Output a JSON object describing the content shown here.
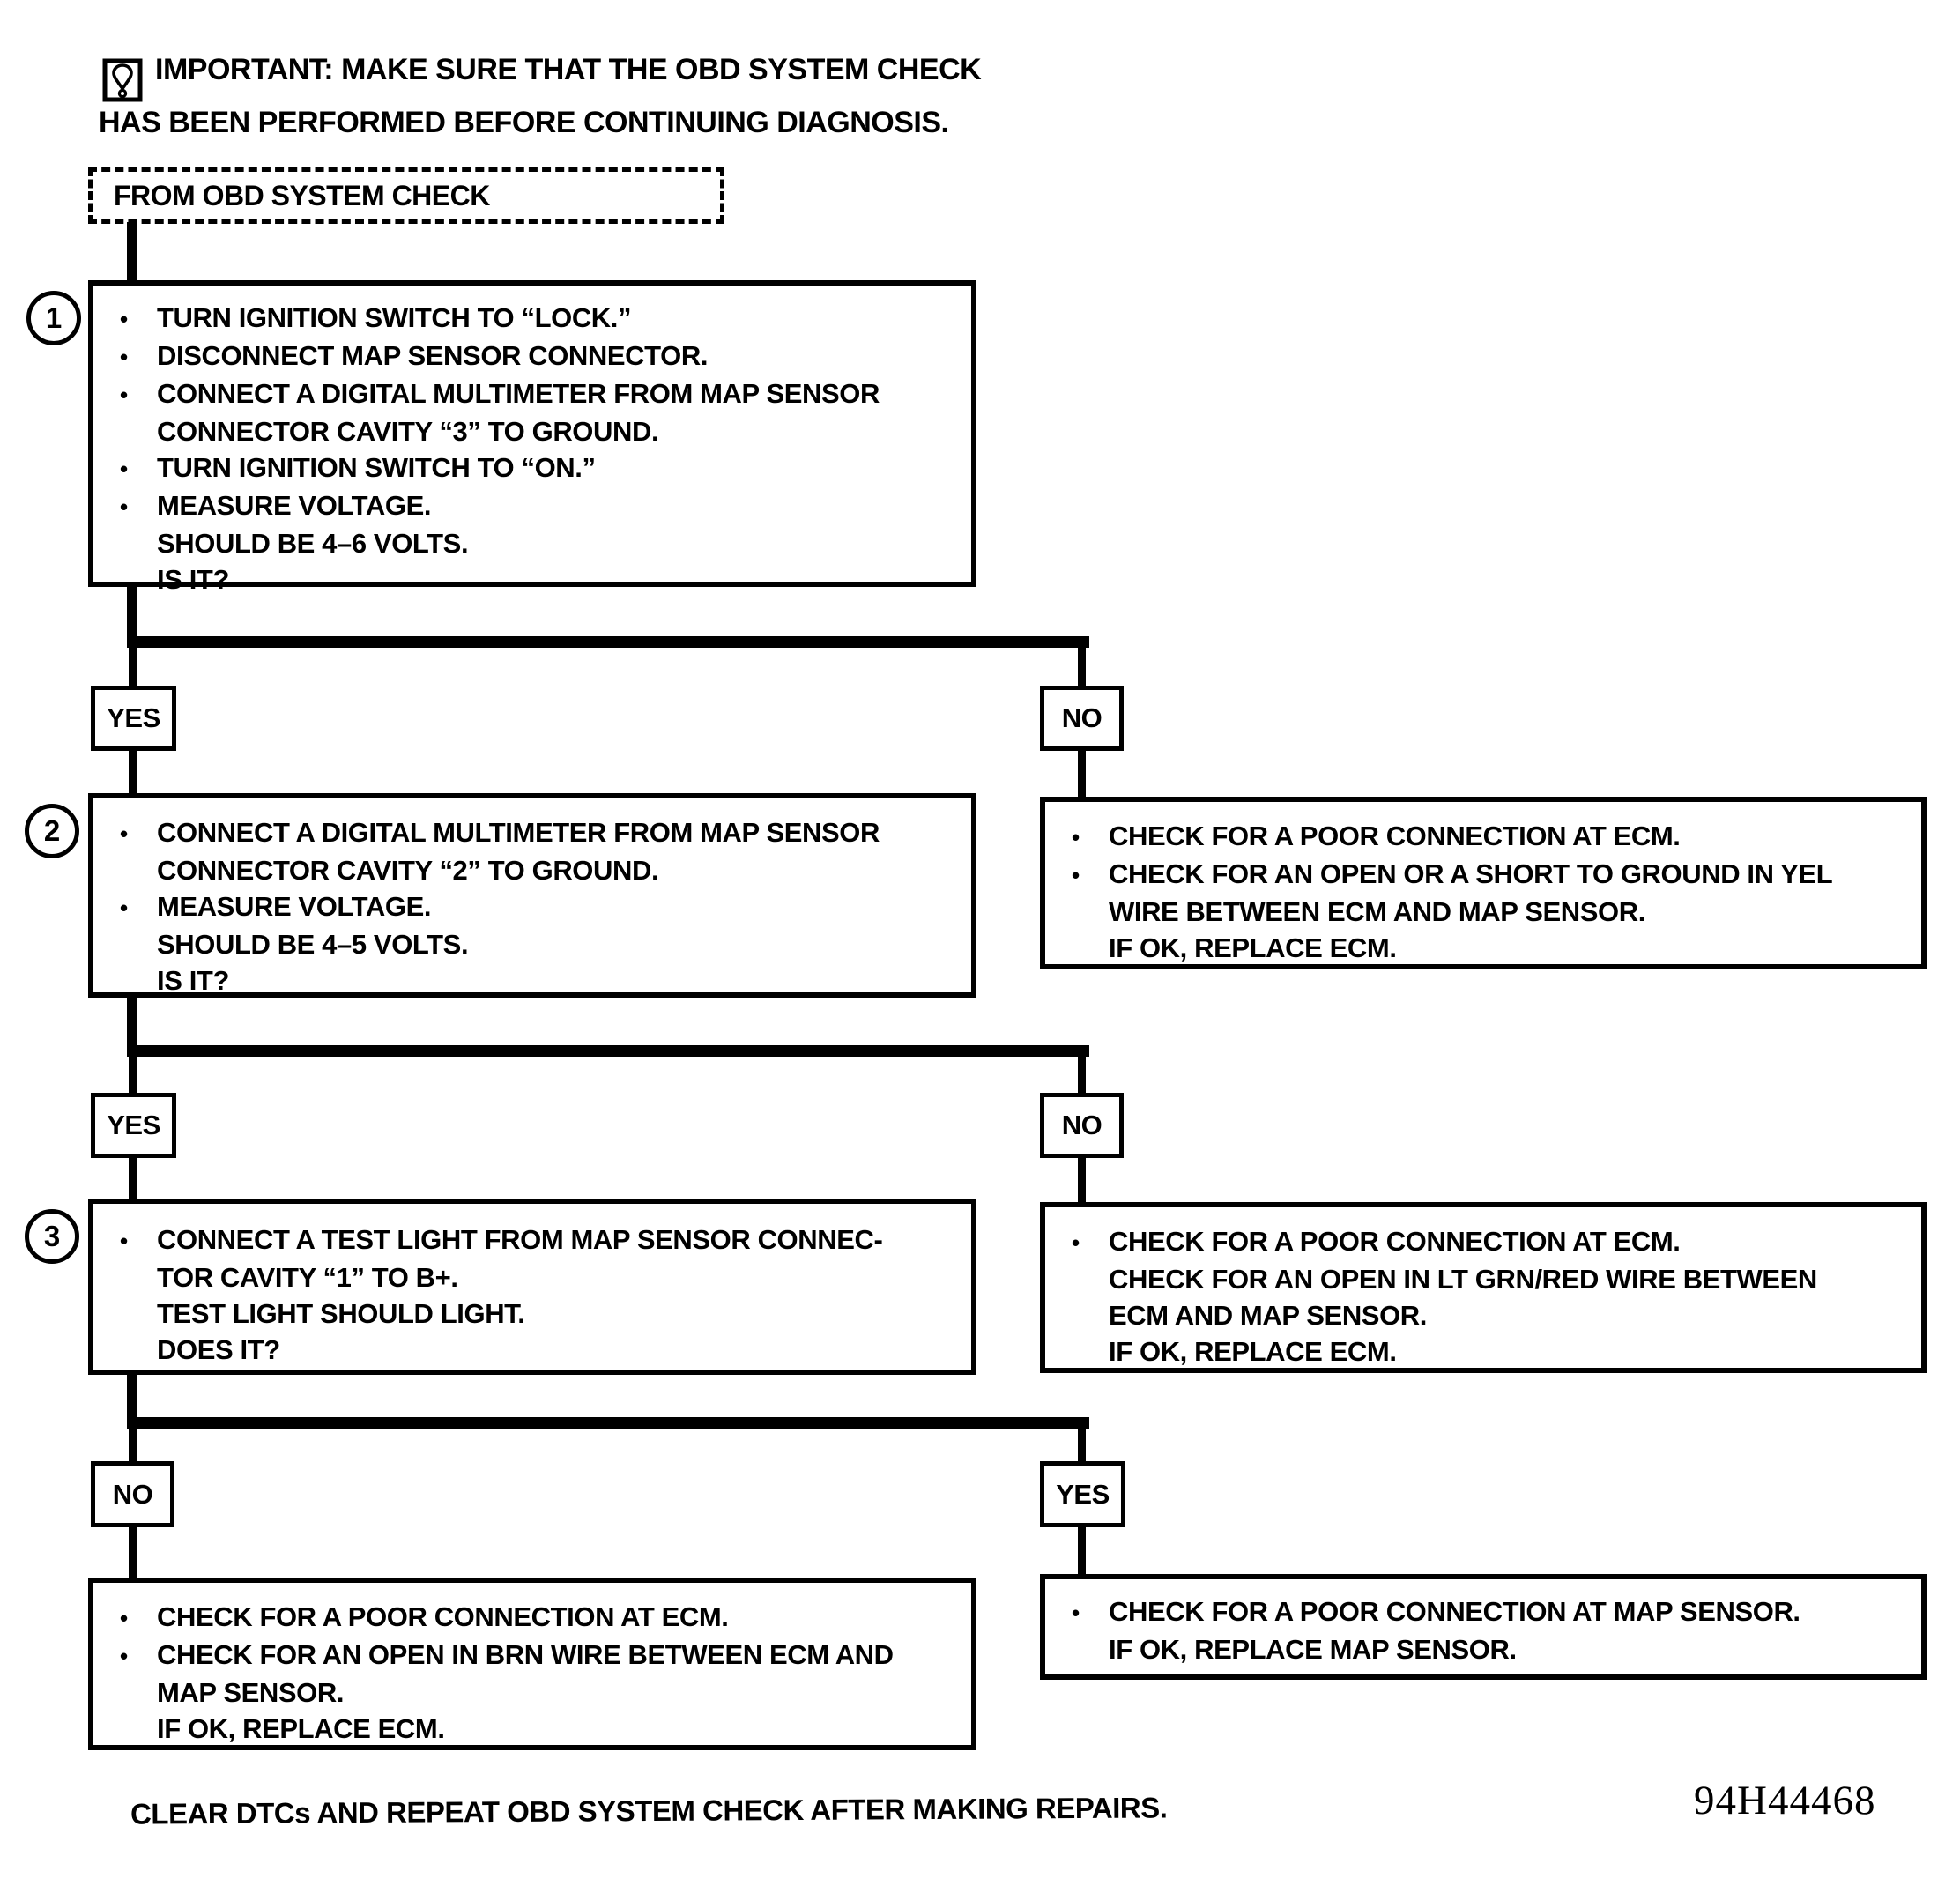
{
  "colors": {
    "ink": "#000000",
    "paper": "#ffffff"
  },
  "note": {
    "icon": "important-exclamation-icon",
    "line1": "IMPORTANT:  MAKE SURE THAT THE OBD SYSTEM CHECK",
    "line2": "HAS BEEN PERFORMED BEFORE CONTINUING DIAGNOSIS."
  },
  "start_box": {
    "label": "FROM OBD SYSTEM CHECK"
  },
  "steps": [
    {
      "number": "1",
      "lines": [
        {
          "marker": "•",
          "text": "TURN IGNITION SWITCH TO “LOCK.”"
        },
        {
          "marker": "•",
          "text": "DISCONNECT MAP SENSOR CONNECTOR."
        },
        {
          "marker": "•",
          "text": "CONNECT A DIGITAL MULTIMETER FROM MAP SENSOR"
        },
        {
          "marker": "",
          "text": "CONNECTOR CAVITY “3” TO GROUND."
        },
        {
          "marker": "•",
          "text": "TURN IGNITION SWITCH TO “ON.”"
        },
        {
          "marker": "•",
          "text": "MEASURE VOLTAGE."
        },
        {
          "marker": "",
          "text": "SHOULD BE 4–6 VOLTS."
        },
        {
          "marker": "",
          "text": "IS IT?"
        }
      ]
    },
    {
      "number": "2",
      "lines": [
        {
          "marker": "•",
          "text": "CONNECT A DIGITAL MULTIMETER FROM MAP SENSOR"
        },
        {
          "marker": "",
          "text": "CONNECTOR CAVITY “2” TO GROUND."
        },
        {
          "marker": "•",
          "text": "MEASURE VOLTAGE."
        },
        {
          "marker": "",
          "text": "SHOULD BE 4–5 VOLTS."
        },
        {
          "marker": "",
          "text": "IS IT?"
        }
      ]
    },
    {
      "number": "3",
      "lines": [
        {
          "marker": "•",
          "text": "CONNECT A TEST LIGHT FROM MAP SENSOR CONNEC-"
        },
        {
          "marker": "",
          "text": "TOR CAVITY “1” TO B+."
        },
        {
          "marker": "",
          "text": "TEST LIGHT SHOULD LIGHT."
        },
        {
          "marker": "",
          "text": "DOES IT?"
        }
      ]
    }
  ],
  "branches": [
    {
      "left": "YES",
      "right": "NO"
    },
    {
      "left": "YES",
      "right": "NO"
    },
    {
      "left": "NO",
      "right": "YES"
    }
  ],
  "results": {
    "right1": {
      "lines": [
        {
          "marker": "•",
          "text": "CHECK FOR A POOR CONNECTION AT ECM."
        },
        {
          "marker": "•",
          "text": "CHECK FOR AN OPEN OR A SHORT TO GROUND IN YEL"
        },
        {
          "marker": "",
          "text": "WIRE BETWEEN ECM AND MAP SENSOR."
        },
        {
          "marker": "",
          "text": "IF OK, REPLACE ECM."
        }
      ]
    },
    "right2": {
      "lines": [
        {
          "marker": "•",
          "text": "CHECK FOR A POOR CONNECTION AT ECM."
        },
        {
          "marker": "",
          "text": "CHECK FOR AN OPEN IN LT GRN/RED WIRE BETWEEN"
        },
        {
          "marker": "",
          "text": "ECM AND MAP SENSOR."
        },
        {
          "marker": "",
          "text": "IF OK, REPLACE ECM."
        }
      ]
    },
    "bottom_left": {
      "lines": [
        {
          "marker": "•",
          "text": "CHECK FOR A POOR CONNECTION AT ECM."
        },
        {
          "marker": "•",
          "text": "CHECK FOR AN OPEN IN BRN WIRE BETWEEN ECM AND"
        },
        {
          "marker": "",
          "text": "MAP SENSOR."
        },
        {
          "marker": "",
          "text": "IF OK, REPLACE ECM."
        }
      ]
    },
    "bottom_right": {
      "lines": [
        {
          "marker": "•",
          "text": "CHECK FOR A POOR CONNECTION AT MAP SENSOR."
        },
        {
          "marker": "",
          "text": "IF OK, REPLACE MAP SENSOR."
        }
      ]
    }
  },
  "footer": {
    "instruction": "CLEAR DTCs AND REPEAT OBD SYSTEM CHECK AFTER MAKING REPAIRS.",
    "doc_number": "94H44468"
  }
}
